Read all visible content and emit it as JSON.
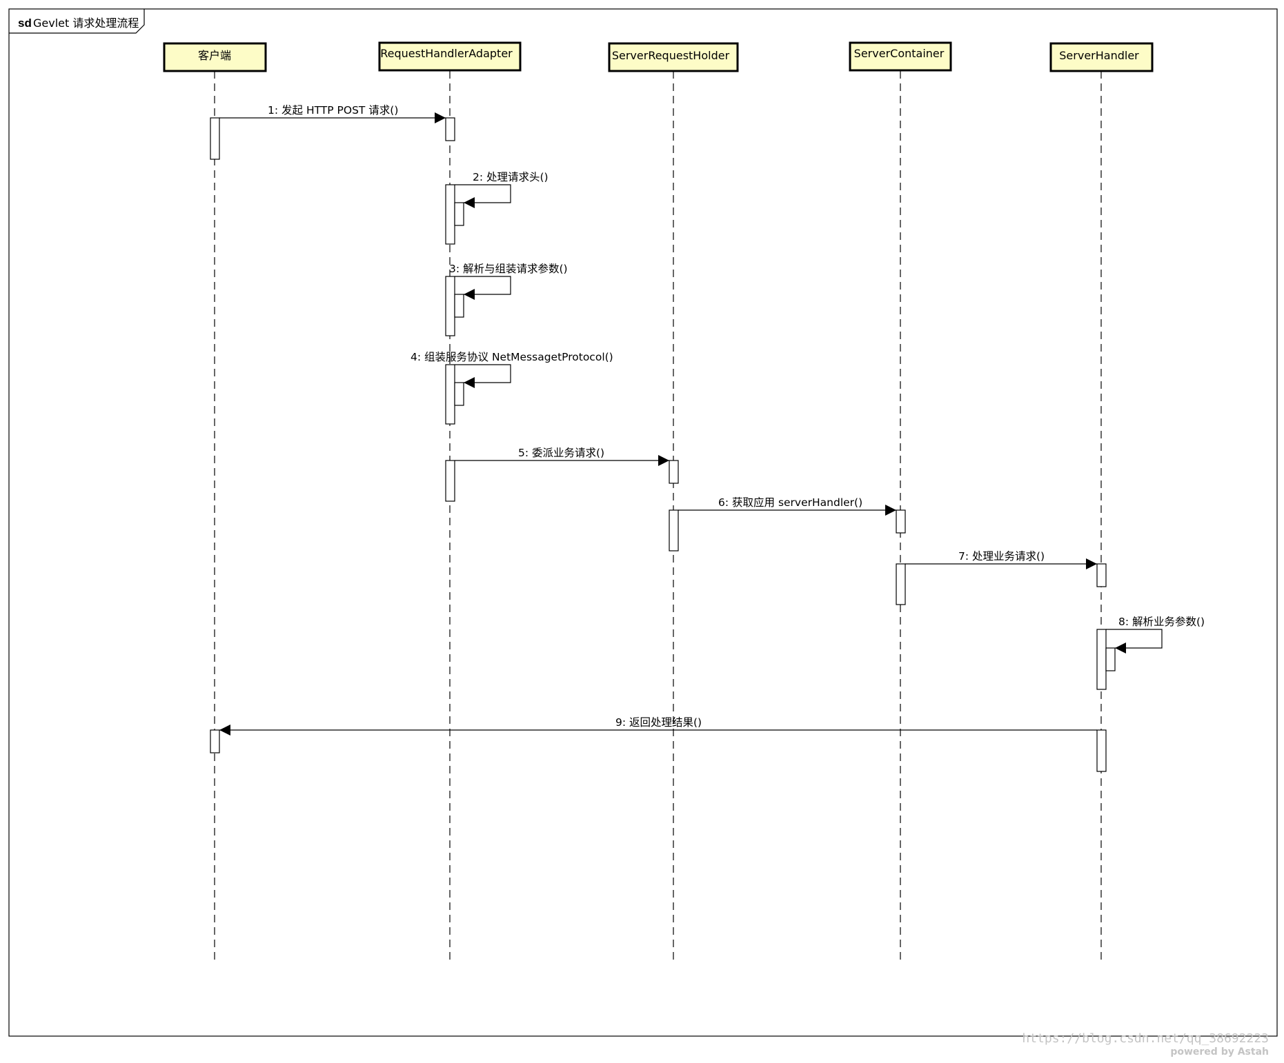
{
  "frame": {
    "keyword": "sd",
    "title": "Gevlet 请求处理流程"
  },
  "lifelines": [
    {
      "id": "client",
      "label": "客户端"
    },
    {
      "id": "adapter",
      "label": "RequestHandlerAdapter"
    },
    {
      "id": "holder",
      "label": "ServerRequestHolder"
    },
    {
      "id": "container",
      "label": "ServerContainer"
    },
    {
      "id": "handler",
      "label": "ServerHandler"
    }
  ],
  "messages": [
    {
      "from": "client",
      "to": "adapter",
      "label": "1: 发起 HTTP POST 请求()"
    },
    {
      "from": "adapter",
      "to": "adapter",
      "label": "2: 处理请求头()"
    },
    {
      "from": "adapter",
      "to": "adapter",
      "label": "3: 解析与组装请求参数()"
    },
    {
      "from": "adapter",
      "to": "adapter",
      "label": "4: 组装服务协议 NetMessagetProtocol()"
    },
    {
      "from": "adapter",
      "to": "holder",
      "label": "5: 委派业务请求()"
    },
    {
      "from": "holder",
      "to": "container",
      "label": "6: 获取应用 serverHandler()"
    },
    {
      "from": "container",
      "to": "handler",
      "label": "7: 处理业务请求()"
    },
    {
      "from": "handler",
      "to": "handler",
      "label": "8: 解析业务参数()"
    },
    {
      "from": "handler",
      "to": "client",
      "label": "9: 返回处理结果()"
    }
  ],
  "colors": {
    "lifeline_head_fill": "#fdfcc7",
    "line": "#000000",
    "watermark": "#c4c4c4"
  },
  "watermark": {
    "url": "https://blog.csdn.net/qq_38692223",
    "powered": "powered by Astah"
  }
}
